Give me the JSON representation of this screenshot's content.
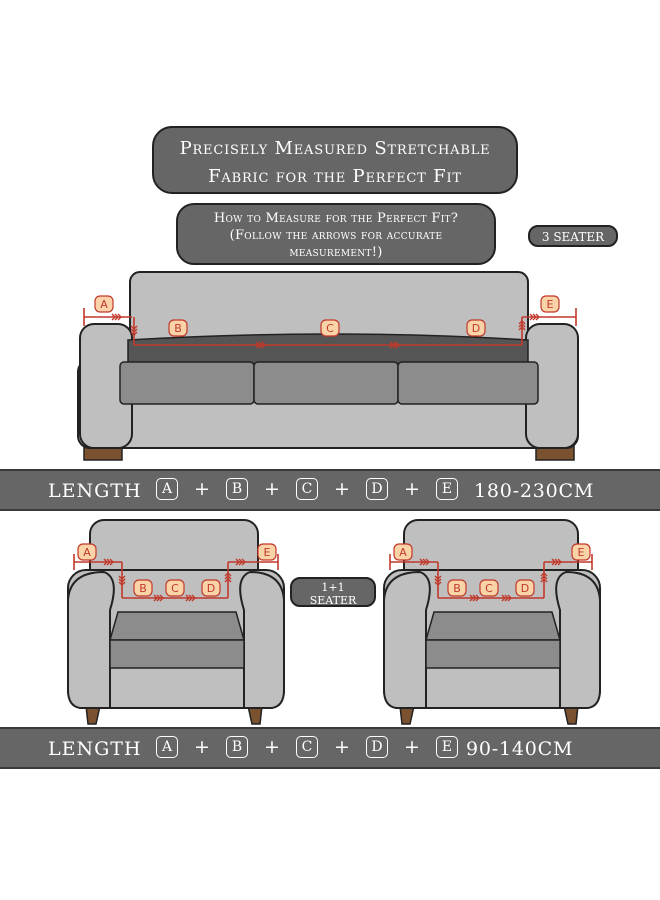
{
  "title": {
    "line1": "Precisely Measured Stretchable",
    "line2": "Fabric for the Perfect Fit"
  },
  "howto": {
    "line1": "How to Measure for the Perfect Fit?",
    "line2": "(Follow the arrows for accurate",
    "line3": "measurement!)"
  },
  "seater3_label": "3 SEATER",
  "seater11_label": {
    "line1": "1+1",
    "line2": "SEATER"
  },
  "markers": {
    "a": "A",
    "b": "B",
    "c": "C",
    "d": "D",
    "e": "E"
  },
  "formula": {
    "length_label": "LENGTH",
    "parts": [
      "A",
      "B",
      "C",
      "D",
      "E"
    ],
    "plus": "+",
    "range_3seater": "180-230CM",
    "range_1plus1": "90-140CM"
  },
  "colors": {
    "sofa_fill": "#bfbfbf",
    "seat_fill": "#8c8c8c",
    "banner_fill": "#666666",
    "measure_line": "#c0392b",
    "marker_fill": "#fbd3a8",
    "legs": "#7a5230"
  }
}
